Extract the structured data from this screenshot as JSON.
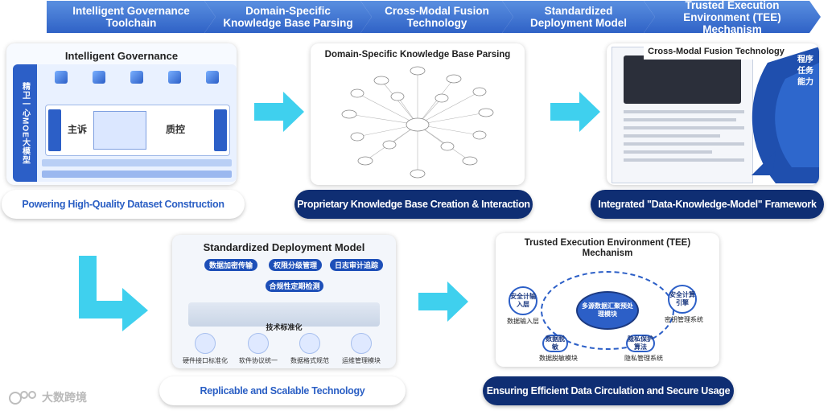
{
  "ribbon": [
    {
      "label": "Intelligent Governance Toolchain"
    },
    {
      "label": "Domain-Specific Knowledge Base Parsing"
    },
    {
      "label": "Cross-Modal Fusion Technology"
    },
    {
      "label": "Standardized Deployment Model"
    },
    {
      "label": "Trusted Execution Environment (TEE) Mechanism"
    }
  ],
  "panels": {
    "governance": {
      "title": "Intelligent Governance",
      "side_label": "精卫一心MOE大模型",
      "core_left": "主诉",
      "core_right": "质控",
      "caption": "Powering High-Quality Dataset Construction"
    },
    "knowledge": {
      "title": "Domain-Specific Knowledge Base Parsing",
      "caption": "Proprietary Knowledge Base Creation & Interaction"
    },
    "crossmodal": {
      "title": "Cross-Modal Fusion Technology",
      "side_label_1": "程序",
      "side_label_2": "任务",
      "side_label_3": "能力",
      "caption": "Integrated \"Data-Knowledge-Model\" Framework"
    },
    "deployment": {
      "title": "Standardized Deployment Model",
      "btn1": "数据加密传输",
      "btn2": "权限分级管理",
      "btn3": "日志审计追踪",
      "btn4": "合规性定期检测",
      "tech_title": "技术标准化",
      "items": [
        "硬件接口标准化",
        "软件协议统一",
        "数据格式规范",
        "运维管理模块"
      ],
      "caption": "Replicable and Scalable Technology"
    },
    "tee": {
      "title": "Trusted Execution Environment (TEE) Mechanism",
      "center": "多源数据汇聚预处理模块",
      "node_tl": "安全计输入层",
      "node_tl_label": "数据输入层",
      "node_tr": "安全计算引擎",
      "node_tr_label": "密钥管理系统",
      "node_bl": "数据脱敏",
      "node_bl_label": "数据脱敏模块",
      "node_br": "隐私保护算法",
      "node_br_label": "隐私管理系统",
      "caption": "Ensuring Efficient Data Circulation and Secure Usage"
    }
  },
  "watermark": "大数跨境",
  "colors": {
    "ribbon": "#2f62c6",
    "arrow": "#3fd0ee",
    "dark_pill": "#0f2e73",
    "light_pill_text": "#2b5fc4"
  }
}
